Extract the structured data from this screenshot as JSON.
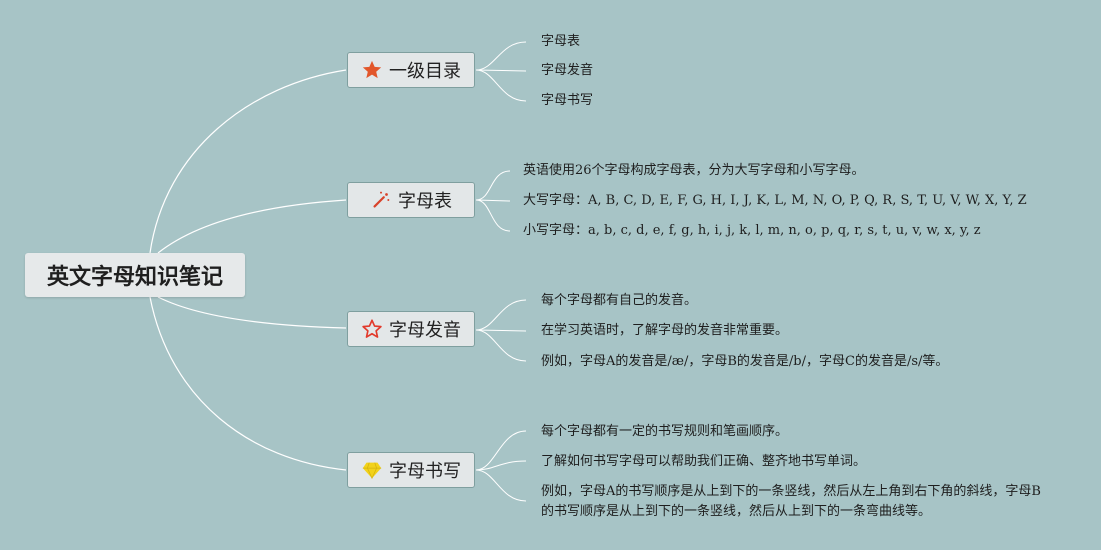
{
  "root": {
    "title": "英文字母知识笔记"
  },
  "topics": [
    {
      "label": "一级目录",
      "icon": "star-filled-icon",
      "items": [
        "字母表",
        "字母发音",
        "字母书写"
      ]
    },
    {
      "label": "字母表",
      "icon": "magic-wand-icon",
      "items": [
        "英语使用26个字母构成字母表，分为大写字母和小写字母。",
        "大写字母：A, B, C, D, E, F, G, H, I, J, K, L, M, N, O, P, Q, R, S, T, U, V, W, X, Y, Z",
        "小写字母：a, b, c, d, e, f, g, h, i, j, k, l, m, n, o, p, q, r, s, t, u, v, w, x, y, z"
      ]
    },
    {
      "label": "字母发音",
      "icon": "star-outline-icon",
      "items": [
        "每个字母都有自己的发音。",
        "在学习英语时，了解字母的发音非常重要。",
        "例如，字母A的发音是/æ/，字母B的发音是/b/，字母C的发音是/s/等。"
      ]
    },
    {
      "label": "字母书写",
      "icon": "gem-icon",
      "items": [
        "每个字母都有一定的书写规则和笔画顺序。",
        "了解如何书写字母可以帮助我们正确、整齐地书写单词。",
        "例如，字母A的书写顺序是从上到下的一条竖线，然后从左上角到右下角的斜线，字母B的书写顺序是从上到下的一条竖线，然后从上到下的一条弯曲线等。"
      ]
    }
  ],
  "colors": {
    "background": "#a7c4c6",
    "line": "#ffffff",
    "star_filled": "#e2572b",
    "star_outline": "#e23a2b",
    "wand": "#d8432b",
    "gem": "#f2d21a"
  }
}
